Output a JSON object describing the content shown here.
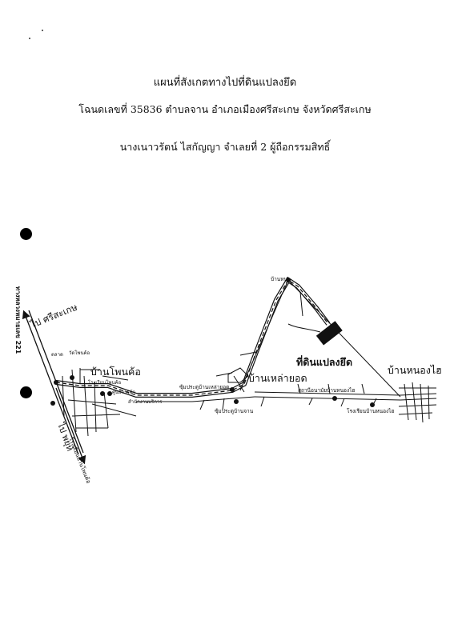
{
  "header": {
    "title": "แผนที่สังเกตทางไปที่ดินแปลงยึด",
    "deed_line": "โฉนดเลขที่ 35836 ตำบลจาน อำเภอเมืองศรีสะเกษ จังหวัดศรีสะเกษ",
    "owner_line": "นางเนาวรัตน์ ไสกัญญา จำเลยที่ 2 ผู้ถือกรรมสิทธิ์"
  },
  "map": {
    "highway_label": "ทางหลวงหมายเลข 221",
    "to_sisaket": "ไป ศรีสะเกษ",
    "to_phayu": "ไป พยุห์",
    "ban_phon_kho": "บ้านโพนค้อ",
    "ban_lao_yot": "บ้านเหล่ายอด",
    "ban_nong_sai": "บ้านหนองไฮ",
    "seized_land": "ที่ดินแปลงยึด",
    "ban_top": "บ้านหน",
    "school_phon_kho": "โรงเรียนบ้านโพนค้อ",
    "small_phon_kho": "วัดโพนค้อ",
    "small_market": "ตลาด",
    "small_phon_kho_road": "โรงเรียนโพนค้อ",
    "small_temple_center": "ศูนย์การค้า",
    "small_service": "สำนักงานบริการ",
    "gate_lao_yot": "ซุ้มประตูบ้านเหล่ายอด",
    "gate_ban_chan": "ซุ้มประตูบ้านจาน",
    "health_station": "สถานีอนามัยบ้านหนองไฮ",
    "school_nong_sai": "โรงเรียนบ้านหนองไฮ"
  }
}
